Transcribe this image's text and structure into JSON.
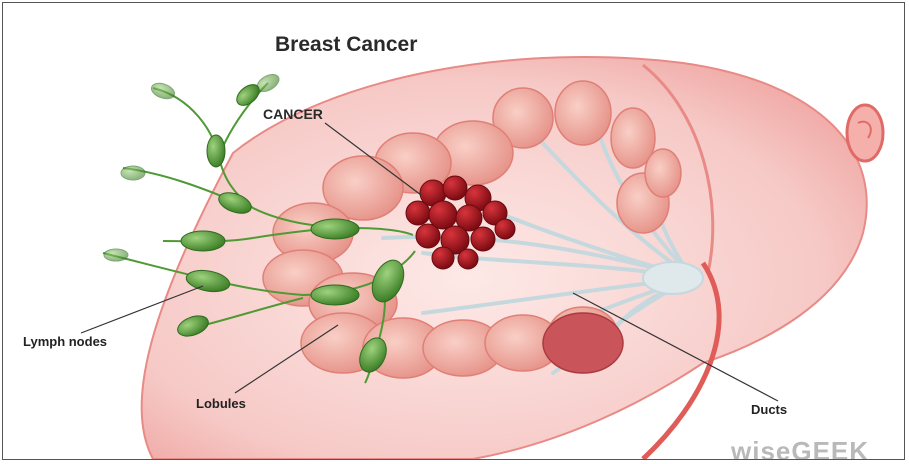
{
  "diagram": {
    "title": "Breast Cancer",
    "labels": {
      "cancer": "CANCER",
      "lymph_nodes": "Lymph nodes",
      "lobules": "Lobules",
      "ducts": "Ducts"
    },
    "watermark": "wiseGEEK"
  },
  "colors": {
    "skin": "#f6c9c6",
    "skin_edge": "#e88a86",
    "lobule": "#f0a59a",
    "tumor": "#a3121a",
    "lymph": "#4f9a35",
    "duct": "#c9d7dc"
  }
}
